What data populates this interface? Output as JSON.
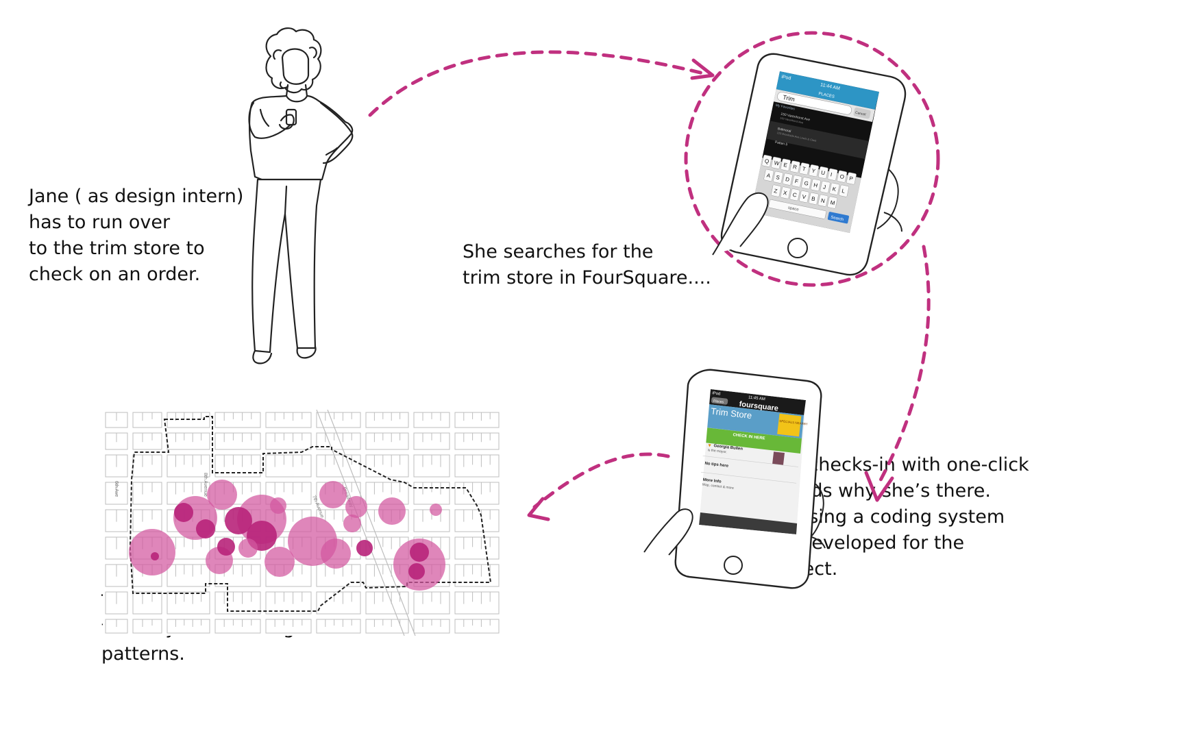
{
  "captions": {
    "step1": "Jane ( as design intern)\nhas to run over\nto the trim store to\ncheck on an order.",
    "step2": "She searches for the\ntrim store in FourSquare....",
    "step3": "She checks-in with one-click\n& adds why she’s there.\nBy using a coding system\nwe developed for the\nproject.",
    "step4": "The results are mapped\nto analyze clustering\npatterns."
  },
  "phone_search": {
    "carrier": "iPod",
    "time": "11:44 AM",
    "header": "PLACES",
    "query": "Trim",
    "cancel": "Cancel",
    "section": "My Favorites",
    "results": [
      {
        "name": "150 Varenhorst Ave",
        "detail": "150 Varenhorst Ave"
      },
      {
        "name": "Balmoral",
        "detail": "123 Brookside Ave Lewis & Clark"
      },
      {
        "name": "Patten 5",
        "detail": ""
      }
    ],
    "keys_row1": [
      "Q",
      "W",
      "E",
      "R",
      "T",
      "Y",
      "U",
      "I",
      "O",
      "P"
    ],
    "keys_row2": [
      "A",
      "S",
      "D",
      "F",
      "G",
      "H",
      "J",
      "K",
      "L"
    ],
    "keys_row3": [
      "Z",
      "X",
      "C",
      "V",
      "B",
      "N",
      "M"
    ],
    "space": "space",
    "search": "Search"
  },
  "phone_checkin": {
    "carrier": "iPod",
    "time": "11:45 AM",
    "back": "Places",
    "brand": "foursquare",
    "venue": "Trim Store",
    "badge": "SPECIALS NEARBY",
    "checkin": "CHECK IN HERE",
    "mayor_name": "Georgia Bullen",
    "mayor_text": "is the mayor.",
    "tips": "No tips here",
    "more": "More Info",
    "more_detail": "Map, contact & more"
  },
  "map": {
    "street_labels": [
      "7th Avenue",
      "Broadway",
      "8th Avenue",
      "6th Ave"
    ]
  },
  "colors": {
    "accent": "#c0307f",
    "bubble": "#d257a0",
    "line": "#222222",
    "map_line": "#bdbdbd",
    "checkin_green": "#68b838",
    "fs_blue": "#3aa7d6"
  },
  "icons": [
    "person-figure-icon",
    "hand-icon",
    "phone-icon",
    "dashed-arrow-icon"
  ]
}
